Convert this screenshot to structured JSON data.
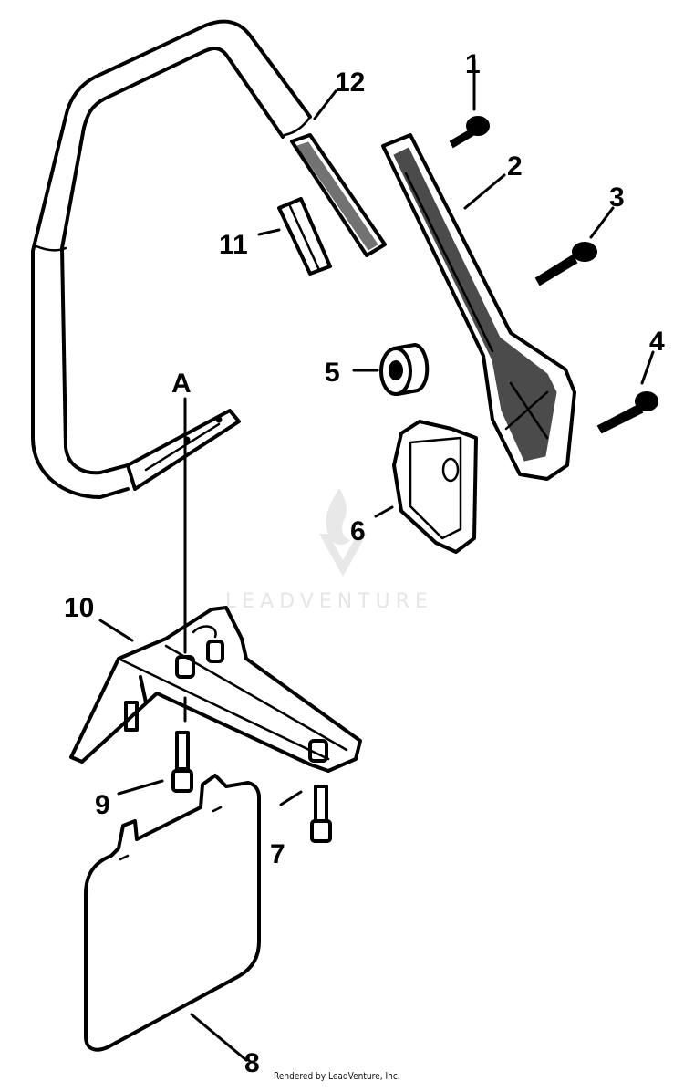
{
  "diagram": {
    "type": "exploded-parts-diagram",
    "callouts": [
      {
        "id": "1",
        "label": "1",
        "part": "screw-top"
      },
      {
        "id": "2",
        "label": "2",
        "part": "handle-bracket"
      },
      {
        "id": "3",
        "label": "3",
        "part": "screw-middle"
      },
      {
        "id": "4",
        "label": "4",
        "part": "screw-lower"
      },
      {
        "id": "5",
        "label": "5",
        "part": "bushing"
      },
      {
        "id": "6",
        "label": "6",
        "part": "mount-plate"
      },
      {
        "id": "7",
        "label": "7",
        "part": "screw-base-right"
      },
      {
        "id": "8",
        "label": "8",
        "part": "cover-plate"
      },
      {
        "id": "9",
        "label": "9",
        "part": "screw-base-left"
      },
      {
        "id": "10",
        "label": "10",
        "part": "base-bracket"
      },
      {
        "id": "11",
        "label": "11",
        "part": "grip-clip"
      },
      {
        "id": "12",
        "label": "12",
        "part": "handle-grip"
      }
    ],
    "reference_marker": "A",
    "colors": {
      "line": "#000000",
      "background": "#ffffff",
      "watermark": "#e6e6e6"
    }
  },
  "watermark": {
    "text": "LEADVENTURE"
  },
  "footer": {
    "credit": "Rendered by LeadVenture, Inc."
  }
}
